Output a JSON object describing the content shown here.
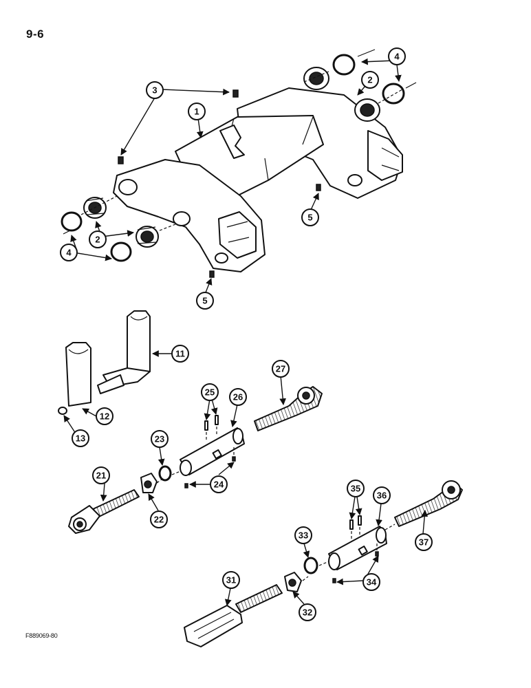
{
  "page": {
    "number": "9-6",
    "figure_code": "F889069-80"
  },
  "callouts": {
    "c1": "1",
    "c2a": "2",
    "c2b": "2",
    "c3": "3",
    "c4a": "4",
    "c4b": "4",
    "c5a": "5",
    "c5b": "5",
    "c11": "11",
    "c12": "12",
    "c13": "13",
    "c21": "21",
    "c22": "22",
    "c23": "23",
    "c24": "24",
    "c25": "25",
    "c26": "26",
    "c27": "27",
    "c31": "31",
    "c32": "32",
    "c33": "33",
    "c34": "34",
    "c35": "35",
    "c36": "36",
    "c37": "37"
  }
}
